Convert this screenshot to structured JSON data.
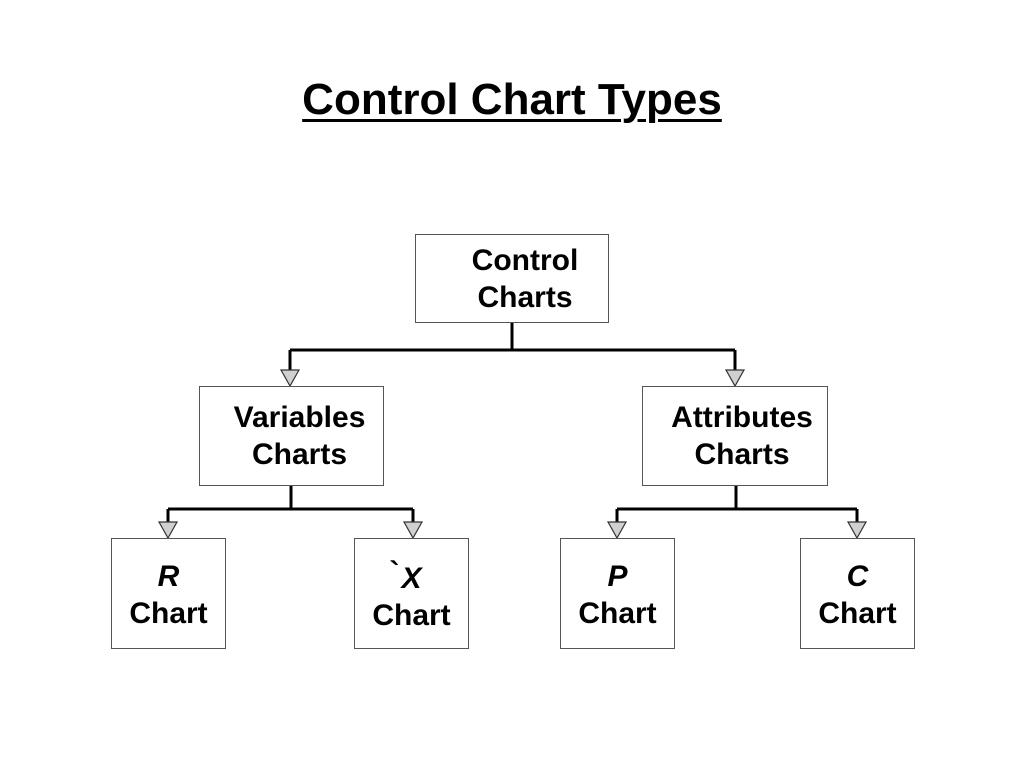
{
  "title": "Control Chart Types",
  "root": {
    "line1": "Control",
    "line2": "Charts"
  },
  "variables": {
    "line1": "Variables",
    "line2": "Charts"
  },
  "attributes": {
    "line1": "Attributes",
    "line2": "Charts"
  },
  "leaves": {
    "r": {
      "symbol": "R",
      "label": "Chart"
    },
    "x": {
      "symbol": "X",
      "label": "Chart"
    },
    "p": {
      "symbol": "P",
      "label": "Chart"
    },
    "c": {
      "symbol": "C",
      "label": "Chart"
    }
  },
  "colors": {
    "line": "#000000",
    "arrow_fill": "#d0d0d0",
    "box_border": "#555555"
  }
}
